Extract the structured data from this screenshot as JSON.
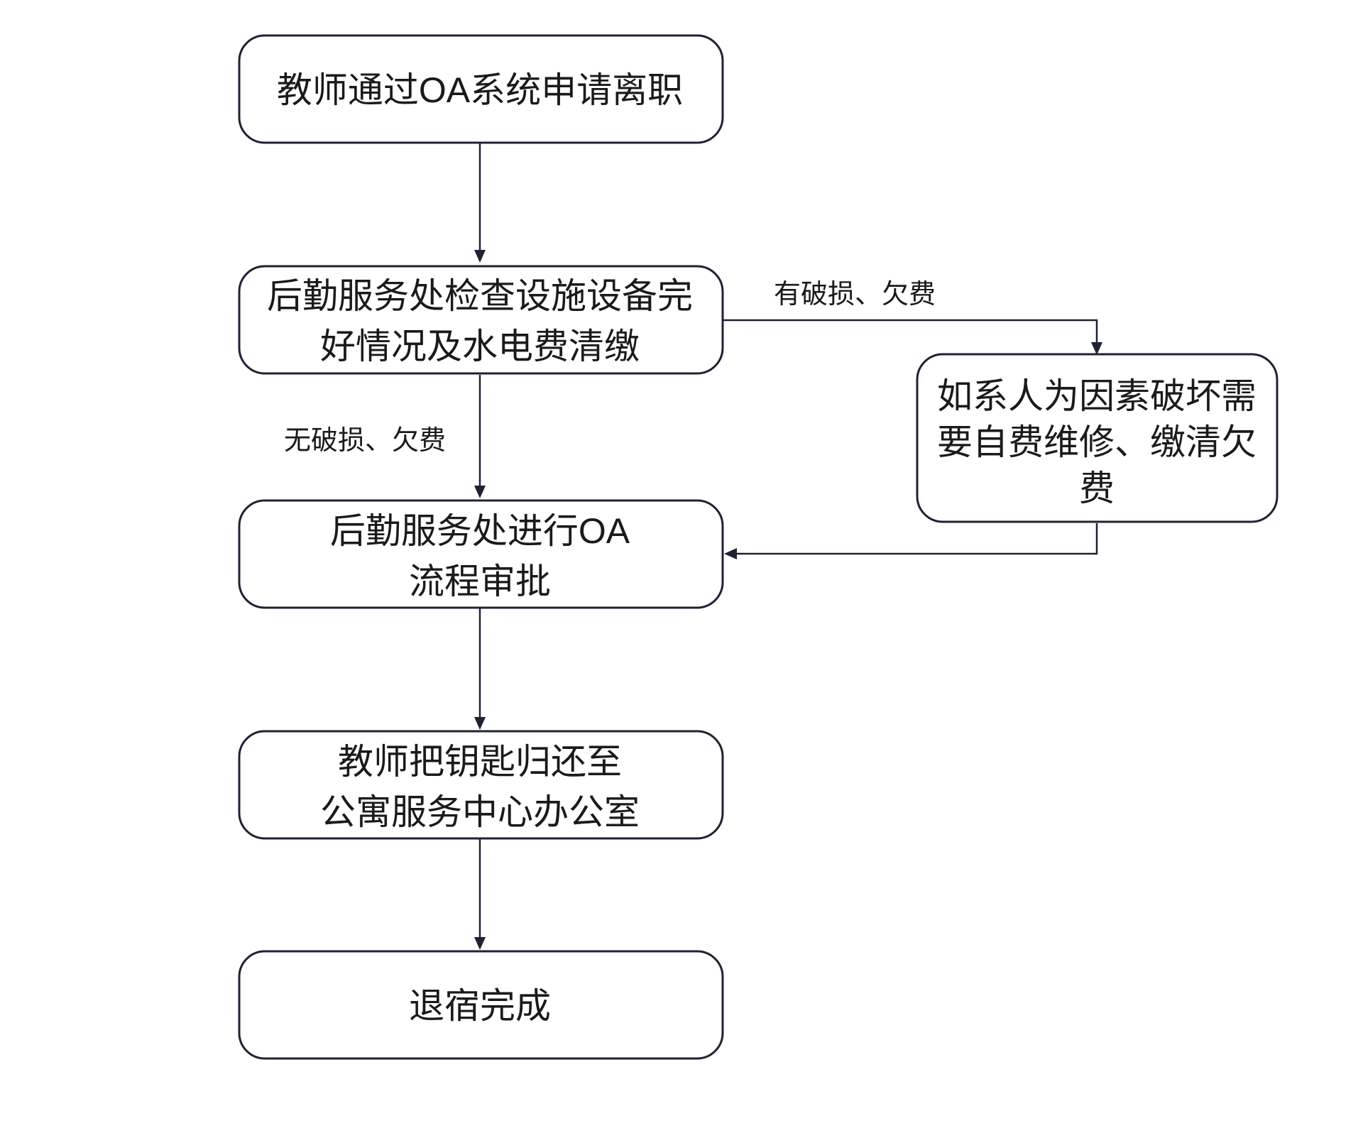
{
  "nodes": {
    "apply": {
      "lines": [
        "教师通过OA系统申请离职"
      ]
    },
    "inspect": {
      "lines": [
        "后勤服务处检查设施设备完",
        "好情况及水电费清缴"
      ]
    },
    "repair": {
      "lines": [
        "如系人为因素破坏需",
        "要自费维修、缴清欠",
        "费"
      ]
    },
    "approve": {
      "lines": [
        "后勤服务处进行OA",
        "流程审批"
      ]
    },
    "return_keys": {
      "lines": [
        "教师把钥匙归还至",
        "公寓服务中心办公室"
      ]
    },
    "complete": {
      "lines": [
        "退宿完成"
      ]
    }
  },
  "edge_labels": {
    "damaged": "有破损、欠费",
    "not_damaged": "无破损、欠费"
  },
  "colors": {
    "stroke": "#1e2233",
    "text": "#1a1a1a",
    "background": "#ffffff"
  }
}
